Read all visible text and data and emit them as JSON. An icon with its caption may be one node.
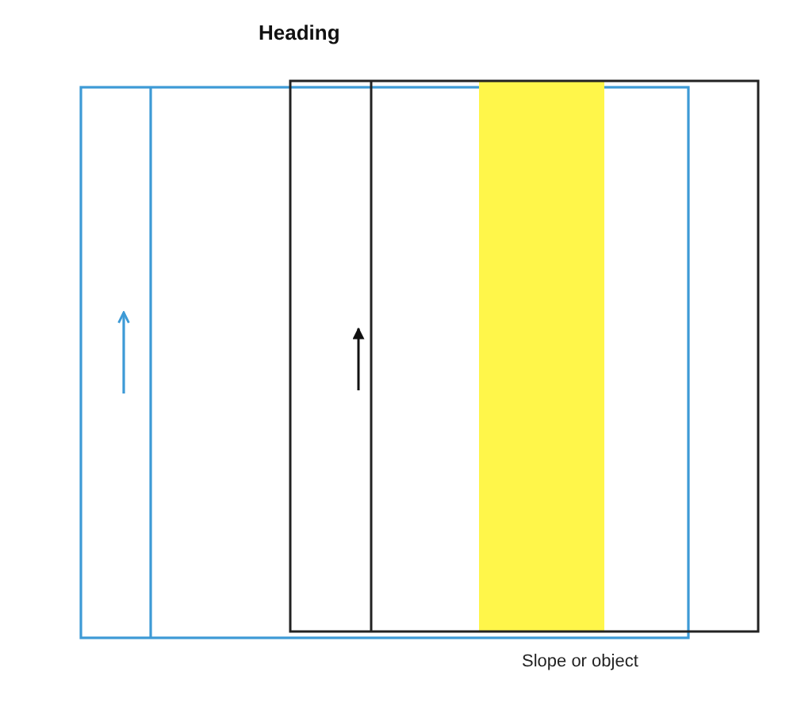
{
  "diagram": {
    "title": "Heading",
    "nodes": [
      {
        "text": [],
        "shape": "bar"
      }
    ],
    "labels": [
      "Slope or object"
    ]
  }
}
